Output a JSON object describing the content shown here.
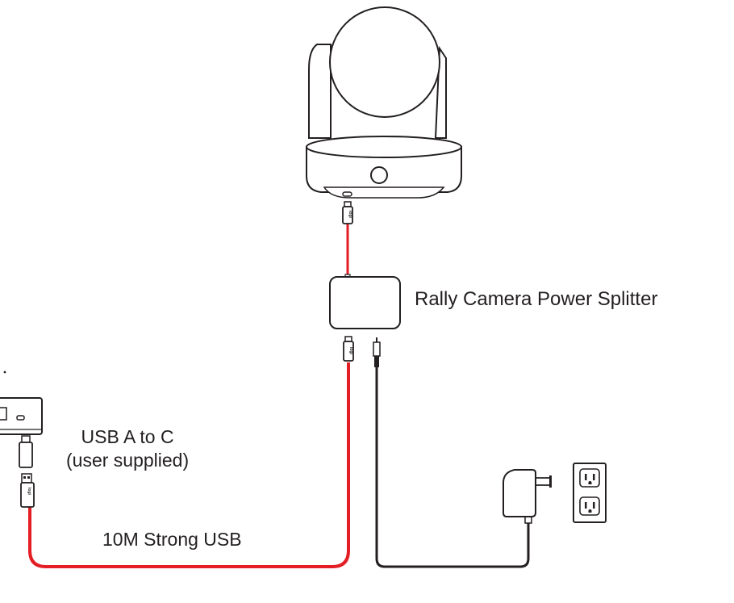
{
  "colors": {
    "usb_cable": "#e31e24",
    "power_cable": "#231f20",
    "outline": "#231f20",
    "background": "#ffffff"
  },
  "labels": {
    "splitter": "Rally Camera Power Splitter",
    "usb_a_to_c_line1": "USB A to C",
    "usb_a_to_c_line2": "(user supplied)",
    "strong_usb": "10M Strong USB"
  },
  "icons": {
    "camera": "ptz-camera-icon",
    "splitter": "power-splitter-box-icon",
    "hub": "rally-hub-icon",
    "adapter": "power-adapter-icon",
    "outlet": "wall-outlet-icon"
  },
  "logo_text": "logi"
}
